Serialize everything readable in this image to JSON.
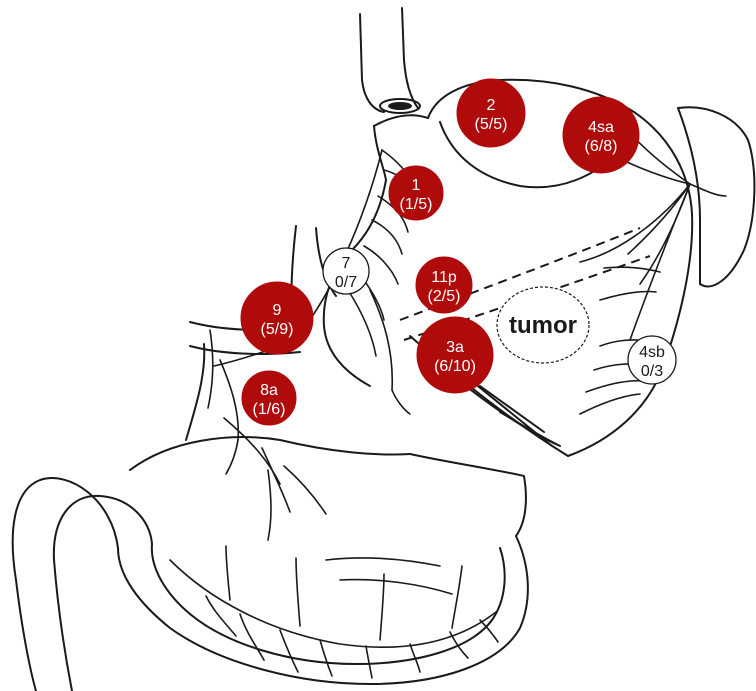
{
  "colors": {
    "positive_fill": "#b00b0b",
    "positive_text": "#ffffff",
    "negative_fill": "#ffffff",
    "negative_text": "#1a1a1a",
    "line": "#1a1a1a"
  },
  "tumor": {
    "label": "tumor"
  },
  "lymph_nodes": [
    {
      "station": "2",
      "count": "(5/5)",
      "status": "positive"
    },
    {
      "station": "4sa",
      "count": "(6/8)",
      "status": "positive"
    },
    {
      "station": "1",
      "count": "(1/5)",
      "status": "positive"
    },
    {
      "station": "7",
      "count": "0/7",
      "status": "negative"
    },
    {
      "station": "11p",
      "count": "(2/5)",
      "status": "positive"
    },
    {
      "station": "9",
      "count": "(5/9)",
      "status": "positive"
    },
    {
      "station": "3a",
      "count": "(6/10)",
      "status": "positive"
    },
    {
      "station": "8a",
      "count": "(1/6)",
      "status": "positive"
    },
    {
      "station": "4sb",
      "count": "0/3",
      "status": "negative"
    }
  ]
}
